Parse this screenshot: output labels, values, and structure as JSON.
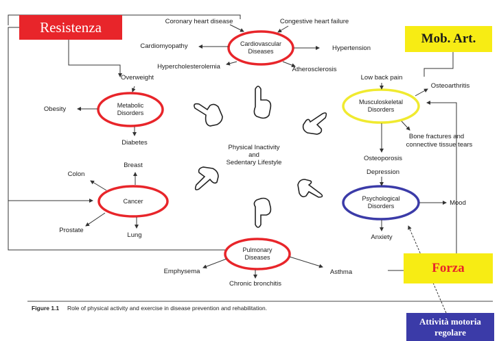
{
  "boxes": {
    "resistenza": "Resistenza",
    "mob_art": "Mob. Art.",
    "forza": "Forza",
    "attivita_line1": "Attività motoria",
    "attivita_line2": "regolare"
  },
  "center": {
    "line1": "Physical Inactivity",
    "line2": "and",
    "line3": "Sedentary Lifestyle"
  },
  "nodes": {
    "cardio": {
      "line1": "Cardiovascular",
      "line2": "Diseases",
      "color": "#e8252a"
    },
    "metabolic": {
      "line1": "Metabolic",
      "line2": "Disorders",
      "color": "#e8252a"
    },
    "cancer": {
      "line1": "Cancer",
      "color": "#e8252a"
    },
    "pulmonary": {
      "line1": "Pulmonary",
      "line2": "Diseases",
      "color": "#e8252a"
    },
    "musculo": {
      "line1": "Musculoskeletal",
      "line2": "Disorders",
      "color": "#f0ea30"
    },
    "psych": {
      "line1": "Psychological",
      "line2": "Disorders",
      "color": "#3b3ba8"
    }
  },
  "labels": {
    "coronary": "Coronary heart disease",
    "chf": "Congestive heart failure",
    "cardiomyopathy": "Cardiomyopathy",
    "hypertension": "Hypertension",
    "hypercholesterolemia": "Hypercholesterolemia",
    "atherosclerosis": "Atherosclerosis",
    "overweight": "Overweight",
    "obesity": "Obesity",
    "diabetes": "Diabetes",
    "breast": "Breast",
    "colon": "Colon",
    "prostate": "Prostate",
    "lung": "Lung",
    "emphysema": "Emphysema",
    "asthma": "Asthma",
    "bronchitis": "Chronic bronchitis",
    "low_back": "Low back pain",
    "osteoarthritis": "Osteoarthritis",
    "fractures1": "Bone fractures and",
    "fractures2": "connective tissue tears",
    "osteoporosis": "Osteoporosis",
    "depression": "Depression",
    "mood": "Mood",
    "anxiety": "Anxiety"
  },
  "caption": {
    "figure": "Figure 1.1",
    "text": "Role of physical activity and exercise in disease prevention and rehabilitation."
  }
}
